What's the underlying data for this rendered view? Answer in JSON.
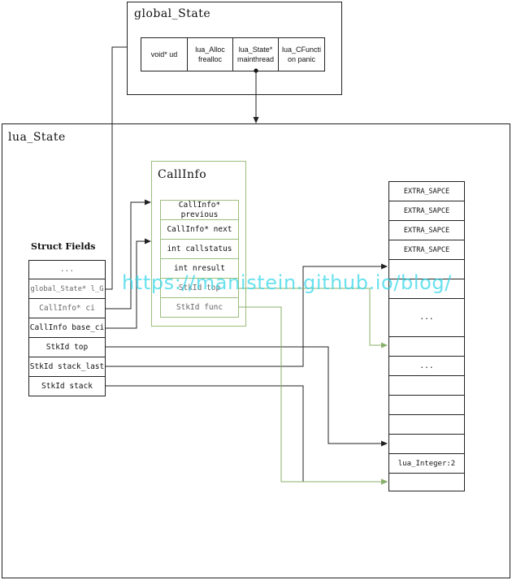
{
  "global_state": {
    "title": "global_State",
    "fields": [
      "void* ud",
      "lua_Alloc frealloc",
      "lua_State* mainthread",
      "lua_CFunction panic"
    ]
  },
  "lua_state": {
    "title": "lua_State"
  },
  "struct_fields": {
    "title": "Struct Fields",
    "items": [
      "...",
      "global_State* l_G",
      "CallInfo* ci",
      "CallInfo base_ci",
      "StkId top",
      "StkId stack_last",
      "StkId stack"
    ]
  },
  "callinfo": {
    "title": "CallInfo",
    "fields": [
      "CallInfo* previous",
      "CallInfo* next",
      "int callstatus",
      "int nresult",
      "StkId top",
      "StkId func"
    ]
  },
  "stack": {
    "cells": [
      "EXTRA_SAPCE",
      "EXTRA_SAPCE",
      "EXTRA_SAPCE",
      "EXTRA_SAPCE",
      "",
      "",
      "...",
      "",
      "...",
      "",
      "",
      "",
      "",
      "",
      "lua_Integer:2",
      ""
    ]
  },
  "watermark": "https://manistein.github.io/blog/",
  "colors": {
    "line": "#222222",
    "green": "#9cbd7c",
    "watermark": "#36d8e8"
  }
}
